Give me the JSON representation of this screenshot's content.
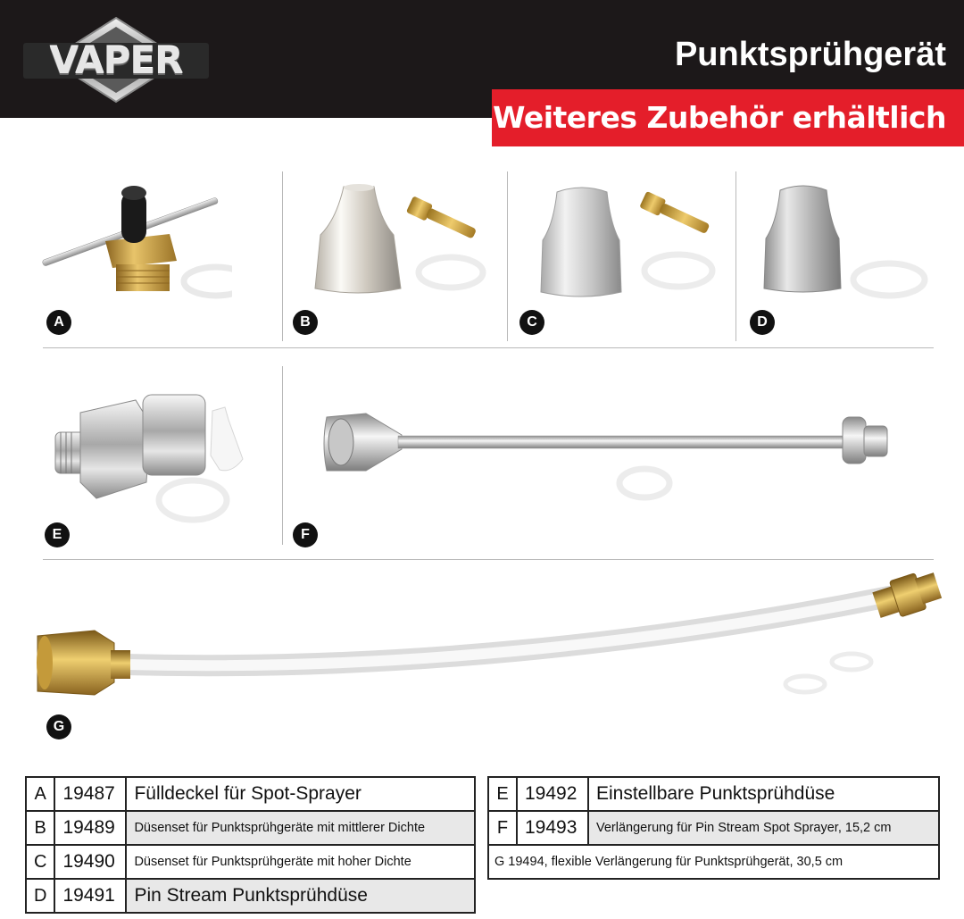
{
  "header": {
    "logo_text": "VAPER",
    "title": "Punktsprühgerät",
    "subtitle": "Weiteres Zubehör erhältlich"
  },
  "badges": [
    "A",
    "B",
    "C",
    "D",
    "E",
    "F",
    "G"
  ],
  "table_left": [
    {
      "letter": "A",
      "number": "19487",
      "description": "Fülldeckel für Spot-Sprayer"
    },
    {
      "letter": "B",
      "number": "19489",
      "description": "Düsenset für Punktsprühgeräte mit mittlerer Dichte"
    },
    {
      "letter": "C",
      "number": "19490",
      "description": "Düsenset für Punktsprühgeräte mit hoher Dichte"
    },
    {
      "letter": "D",
      "number": "19491",
      "description": "Pin Stream Punktsprühdüse"
    }
  ],
  "table_right": [
    {
      "letter": "E",
      "number": "19492",
      "description": "Einstellbare Punktsprühdüse"
    },
    {
      "letter": "F",
      "number": "19493",
      "description": "Verlängerung für Pin Stream Spot Sprayer, 15,2 cm"
    }
  ],
  "table_right_full_row": "G 19494, flexible Verlängerung für Punktsprühgerät, 30,5 cm",
  "colors": {
    "header_bg": "#1c1819",
    "accent_red": "#e41e2a",
    "brass": "#c9a13c",
    "chrome": "#c8c8c8"
  }
}
